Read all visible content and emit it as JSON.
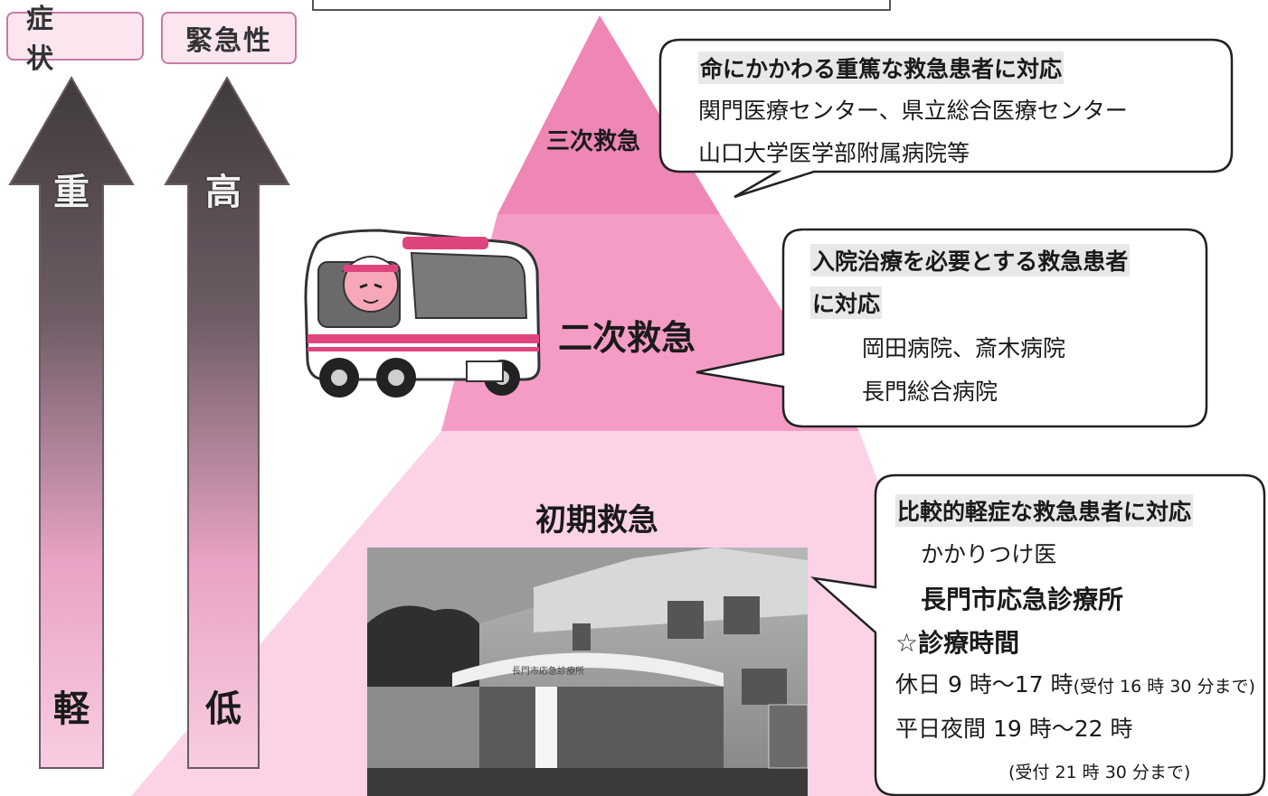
{
  "labels": {
    "symptom": "症 状",
    "urgency": "緊急性"
  },
  "arrows": {
    "symptom_high": "重",
    "symptom_low": "軽",
    "urgency_high": "高",
    "urgency_low": "低"
  },
  "tiers": {
    "tertiary": "三次救急",
    "secondary": "二次救急",
    "primary": "初期救急"
  },
  "bubbles": {
    "tertiary": {
      "heading": "命にかかわる重篤な救急患者に対応",
      "lines": [
        "関門医療センター、県立総合医療センター",
        "山口大学医学部附属病院等"
      ]
    },
    "secondary": {
      "heading_1": "入院治療を必要とする救急患者",
      "heading_2": "に対応",
      "lines": [
        "岡田病院、斎木病院",
        "長門総合病院"
      ]
    },
    "primary": {
      "heading": "比較的軽症な救急患者に対応",
      "line_1": "かかりつけ医",
      "line_2": "長門市応急診療所",
      "hours_title": "☆診療時間",
      "holiday": "休日 9 時～17 時",
      "holiday_note": "(受付 16 時 30 分まで)",
      "weekday": "平日夜間 19 時～22 時",
      "weekday_note": "(受付 21 時 30 分まで)"
    }
  },
  "building_sign": "長門市応急診療所",
  "colors": {
    "tier3": "#ee86b6",
    "tier2": "#f59cc6",
    "tier1": "#fcd3e6",
    "arrow_dark": "#3f3a3d",
    "arrow_light": "#f7c6dd"
  }
}
